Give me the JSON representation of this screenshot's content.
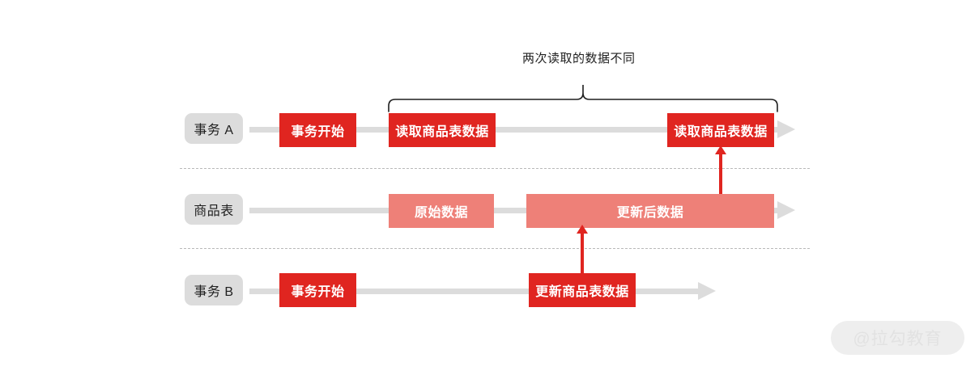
{
  "diagram": {
    "title_annotation": "两次读取的数据不同",
    "watermark": "@拉勾教育",
    "colors": {
      "red": "#e02520",
      "pink": "#ee8078",
      "lane_gray": "#dcdcdc",
      "dashed_gray": "#b9b9b9",
      "background": "#ffffff"
    },
    "lanes": [
      {
        "id": "transaction-a",
        "label": "事务 A",
        "events": [
          {
            "id": "tx-a-begin",
            "label": "事务开始",
            "style": "red"
          },
          {
            "id": "tx-a-read-1",
            "label": "读取商品表数据",
            "style": "red"
          },
          {
            "id": "tx-a-read-2",
            "label": "读取商品表数据",
            "style": "red"
          }
        ]
      },
      {
        "id": "product-table",
        "label": "商品表",
        "events": [
          {
            "id": "pt-original",
            "label": "原始数据",
            "style": "pink"
          },
          {
            "id": "pt-updated",
            "label": "更新后数据",
            "style": "pink"
          }
        ]
      },
      {
        "id": "transaction-b",
        "label": "事务 B",
        "events": [
          {
            "id": "tx-b-begin",
            "label": "事务开始",
            "style": "red"
          },
          {
            "id": "tx-b-update",
            "label": "更新商品表数据",
            "style": "red"
          }
        ]
      }
    ],
    "dependencies": [
      {
        "id": "dep-update-to-table",
        "from": "tx-b-update",
        "to": "pt-updated"
      },
      {
        "id": "dep-table-to-read",
        "from": "pt-updated",
        "to": "tx-a-read-2"
      }
    ]
  }
}
